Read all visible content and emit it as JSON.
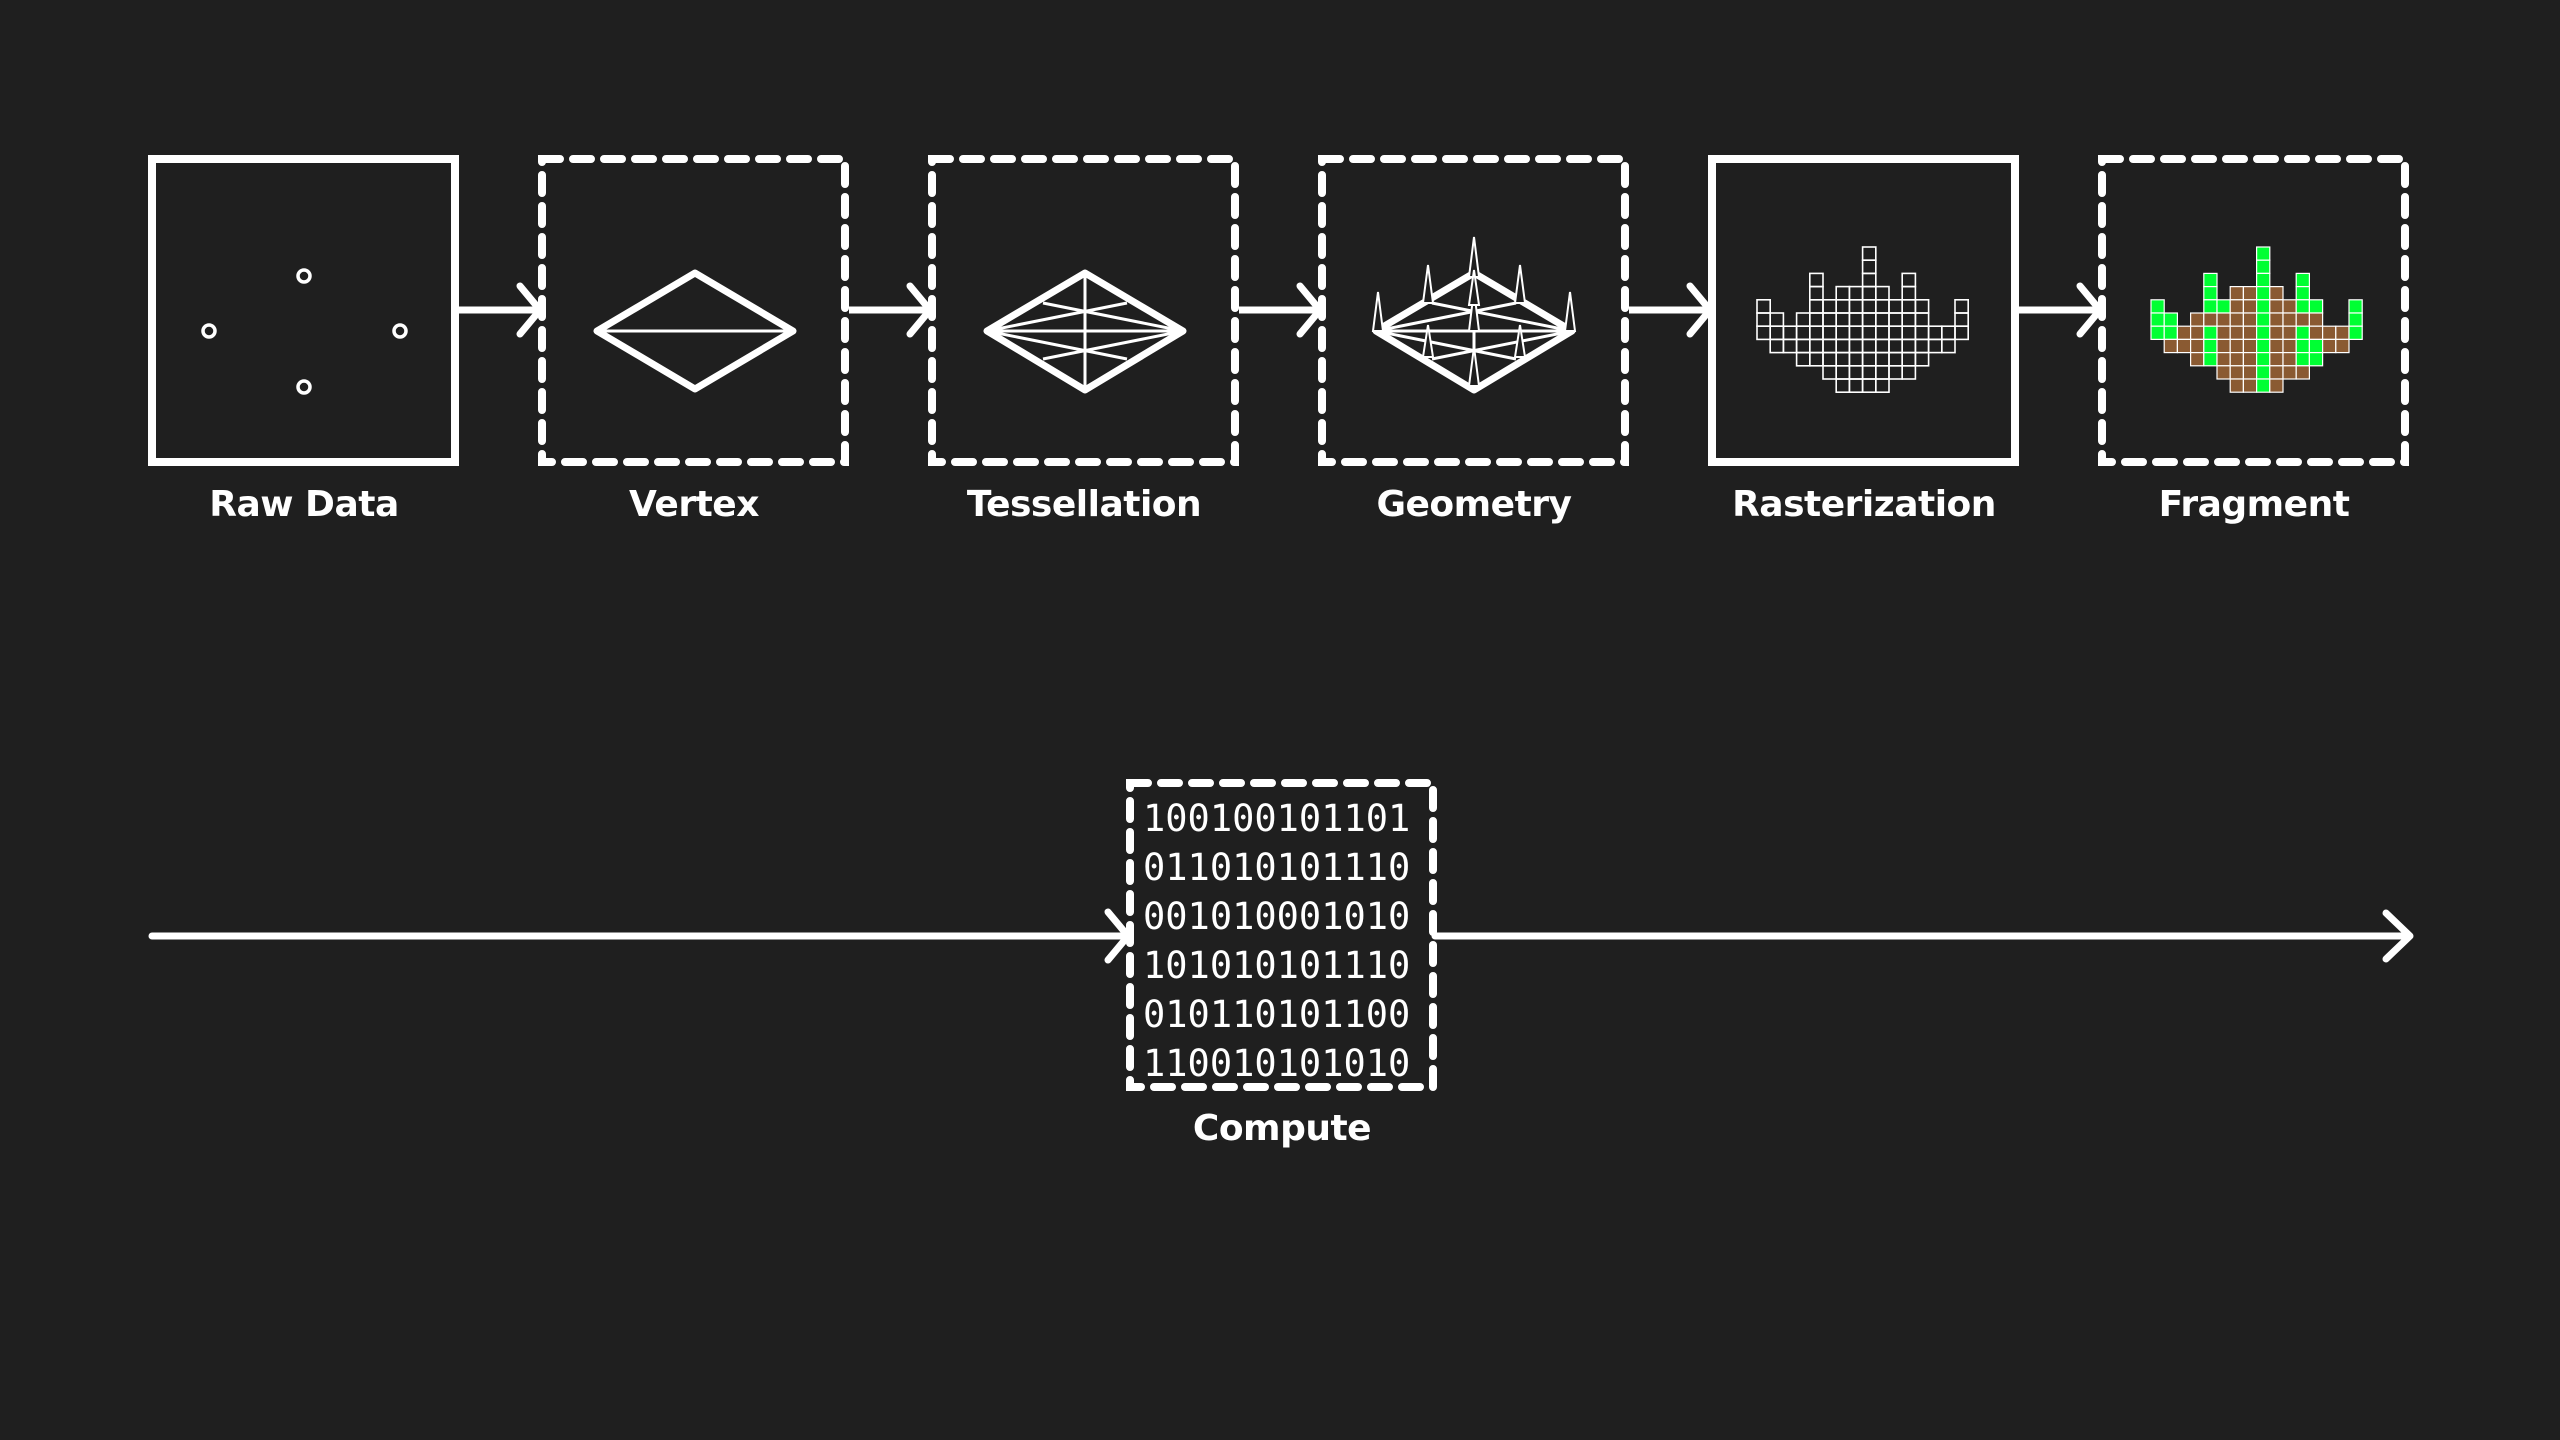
{
  "colors": {
    "background": "#1f1f1f",
    "stroke": "#ffffff",
    "fragment_green": "#00ff33",
    "fragment_brown": "#8a5a32"
  },
  "pipeline": {
    "stages": [
      {
        "id": "raw-data",
        "label": "Raw Data",
        "border": "solid",
        "icon": "points-icon"
      },
      {
        "id": "vertex",
        "label": "Vertex",
        "border": "dashed",
        "icon": "diamond-icon"
      },
      {
        "id": "tessellation",
        "label": "Tessellation",
        "border": "dashed",
        "icon": "tessellated-diamond-icon"
      },
      {
        "id": "geometry",
        "label": "Geometry",
        "border": "dashed",
        "icon": "spiked-mesh-icon"
      },
      {
        "id": "rasterization",
        "label": "Rasterization",
        "border": "solid",
        "icon": "pixel-grid-icon"
      },
      {
        "id": "fragment",
        "label": "Fragment",
        "border": "dashed",
        "icon": "colored-pixel-grid-icon"
      }
    ],
    "arrows": [
      "arrow-icon",
      "arrow-icon",
      "arrow-icon",
      "arrow-icon",
      "arrow-icon"
    ]
  },
  "raster_grid": [
    "........#.......",
    "........#.......",
    "....#...#..#....",
    "....#.####.#....",
    "#...#########..#",
    "##.##########..#",
    "################",
    ".##############.",
    "...##########...",
    ".....#######....",
    "......####......"
  ],
  "fragment_grid": [
    "........G.......",
    "........G.......",
    "....G...G..G....",
    "....G.BBGB.G....",
    "G...GGBBGBBGG..G",
    "GG.BBBBBGBBBB..G",
    "GGBBGBBBGBBGBBBG",
    ".BBBGBBBGBBGGBB.",
    "...BGBBBGBBGG...",
    ".....BBBGBBB....",
    "......BBGB......"
  ],
  "compute": {
    "label": "Compute",
    "border": "dashed",
    "binary": [
      "100100101101",
      "011010101110",
      "001010001010",
      "101010101110",
      "010110101100",
      "110010101010"
    ]
  }
}
